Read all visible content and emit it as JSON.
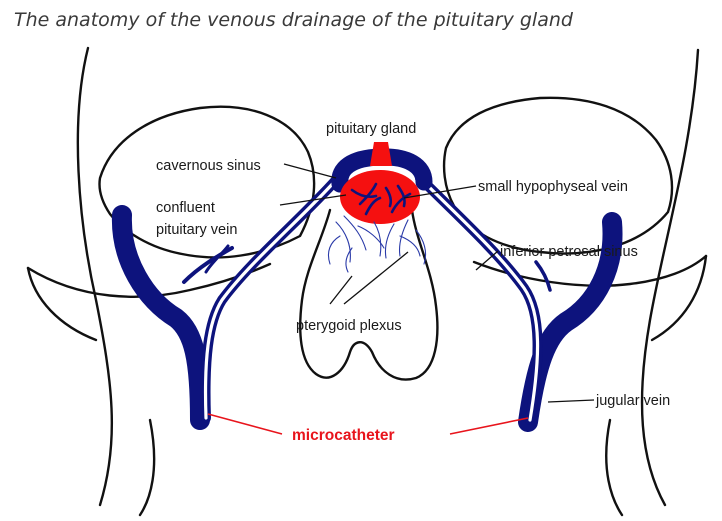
{
  "title": "The anatomy of the venous drainage of the pituitary gland",
  "labels": {
    "pituitary_gland": "pituitary gland",
    "cavernous_sinus": "cavernous sinus",
    "confluent_line1": "confluent",
    "confluent_line2": "pituitary vein",
    "small_hypophyseal_vein": "small hypophyseal vein",
    "inferior_petrosal_sinus": "inferior petrosal sinus",
    "pterygoid_plexus": "pterygoid plexus",
    "jugular_vein": "jugular vein",
    "microcatheter": "microcatheter"
  },
  "colors": {
    "vein": "#0d137d",
    "gland": "#f51010",
    "microcatheter": "#e8141c",
    "outline": "#111111"
  }
}
